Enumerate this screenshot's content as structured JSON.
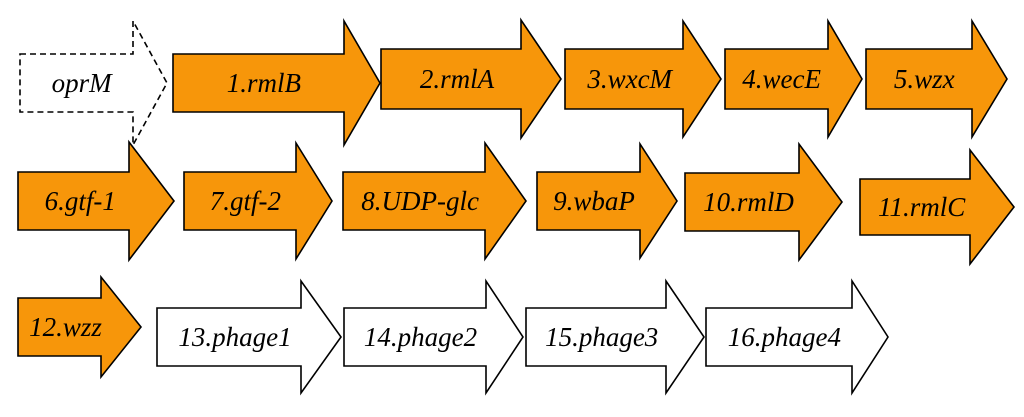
{
  "colors": {
    "gene_fill": "#F7960A",
    "phage_fill": "#FFFFFF",
    "outline": "#000000"
  },
  "genes": [
    {
      "label": "oprM",
      "style": "dashed"
    },
    {
      "label": "1.rmlB",
      "style": "orange"
    },
    {
      "label": "2.rmlA",
      "style": "orange"
    },
    {
      "label": "3.wxcM",
      "style": "orange"
    },
    {
      "label": "4.wecE",
      "style": "orange"
    },
    {
      "label": "5.wzx",
      "style": "orange"
    },
    {
      "label": "6.gtf-1",
      "style": "orange"
    },
    {
      "label": "7.gtf-2",
      "style": "orange"
    },
    {
      "label": "8.UDP-glc",
      "style": "orange"
    },
    {
      "label": "9.wbaP",
      "style": "orange"
    },
    {
      "label": "10.rmlD",
      "style": "orange"
    },
    {
      "label": "11.rmlC",
      "style": "orange"
    },
    {
      "label": "12.wzz",
      "style": "orange"
    },
    {
      "label": "13.phage1",
      "style": "white"
    },
    {
      "label": "14.phage2",
      "style": "white"
    },
    {
      "label": "15.phage3",
      "style": "white"
    },
    {
      "label": "16.phage4",
      "style": "white"
    }
  ]
}
